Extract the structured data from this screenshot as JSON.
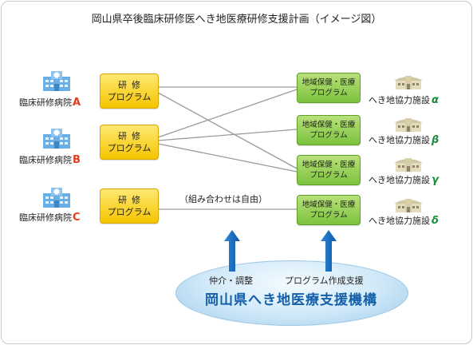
{
  "title": "岡山県卒後臨床研修医へき地医療研修支援計画（イメージ図）",
  "hospitals": [
    {
      "name": "臨床研修病院",
      "letter": "A"
    },
    {
      "name": "臨床研修病院",
      "letter": "B"
    },
    {
      "name": "臨床研修病院",
      "letter": "C"
    }
  ],
  "hospital_programs": [
    {
      "line1": "研修",
      "line2": "プログラム"
    },
    {
      "line1": "研修",
      "line2": "プログラム"
    },
    {
      "line1": "研修",
      "line2": "プログラム"
    }
  ],
  "regional_programs": [
    {
      "line1": "地域保健・医療",
      "line2": "プログラム"
    },
    {
      "line1": "地域保健・医療",
      "line2": "プログラム"
    },
    {
      "line1": "地域保健・医療",
      "line2": "プログラム"
    },
    {
      "line1": "地域保健・医療",
      "line2": "プログラム"
    }
  ],
  "facilities": [
    {
      "name": "へき地協力施設",
      "greek": "α"
    },
    {
      "name": "へき地協力施設",
      "greek": "β"
    },
    {
      "name": "へき地協力施設",
      "greek": "γ"
    },
    {
      "name": "へき地協力施設",
      "greek": "δ"
    }
  ],
  "note": "（組み合わせは自由）",
  "organization": {
    "sub_left": "仲介・調整",
    "sub_right": "プログラム作成支援",
    "name": "岡山県へき地医療支援機構"
  },
  "colors": {
    "program_box": "#f5c400",
    "regional_box": "#7cc23e",
    "hospital_letter": "#e83b1a",
    "facility_letter": "#1a8c3a",
    "arrow": "#1a6fc0",
    "organization_text": "#1560a8"
  }
}
